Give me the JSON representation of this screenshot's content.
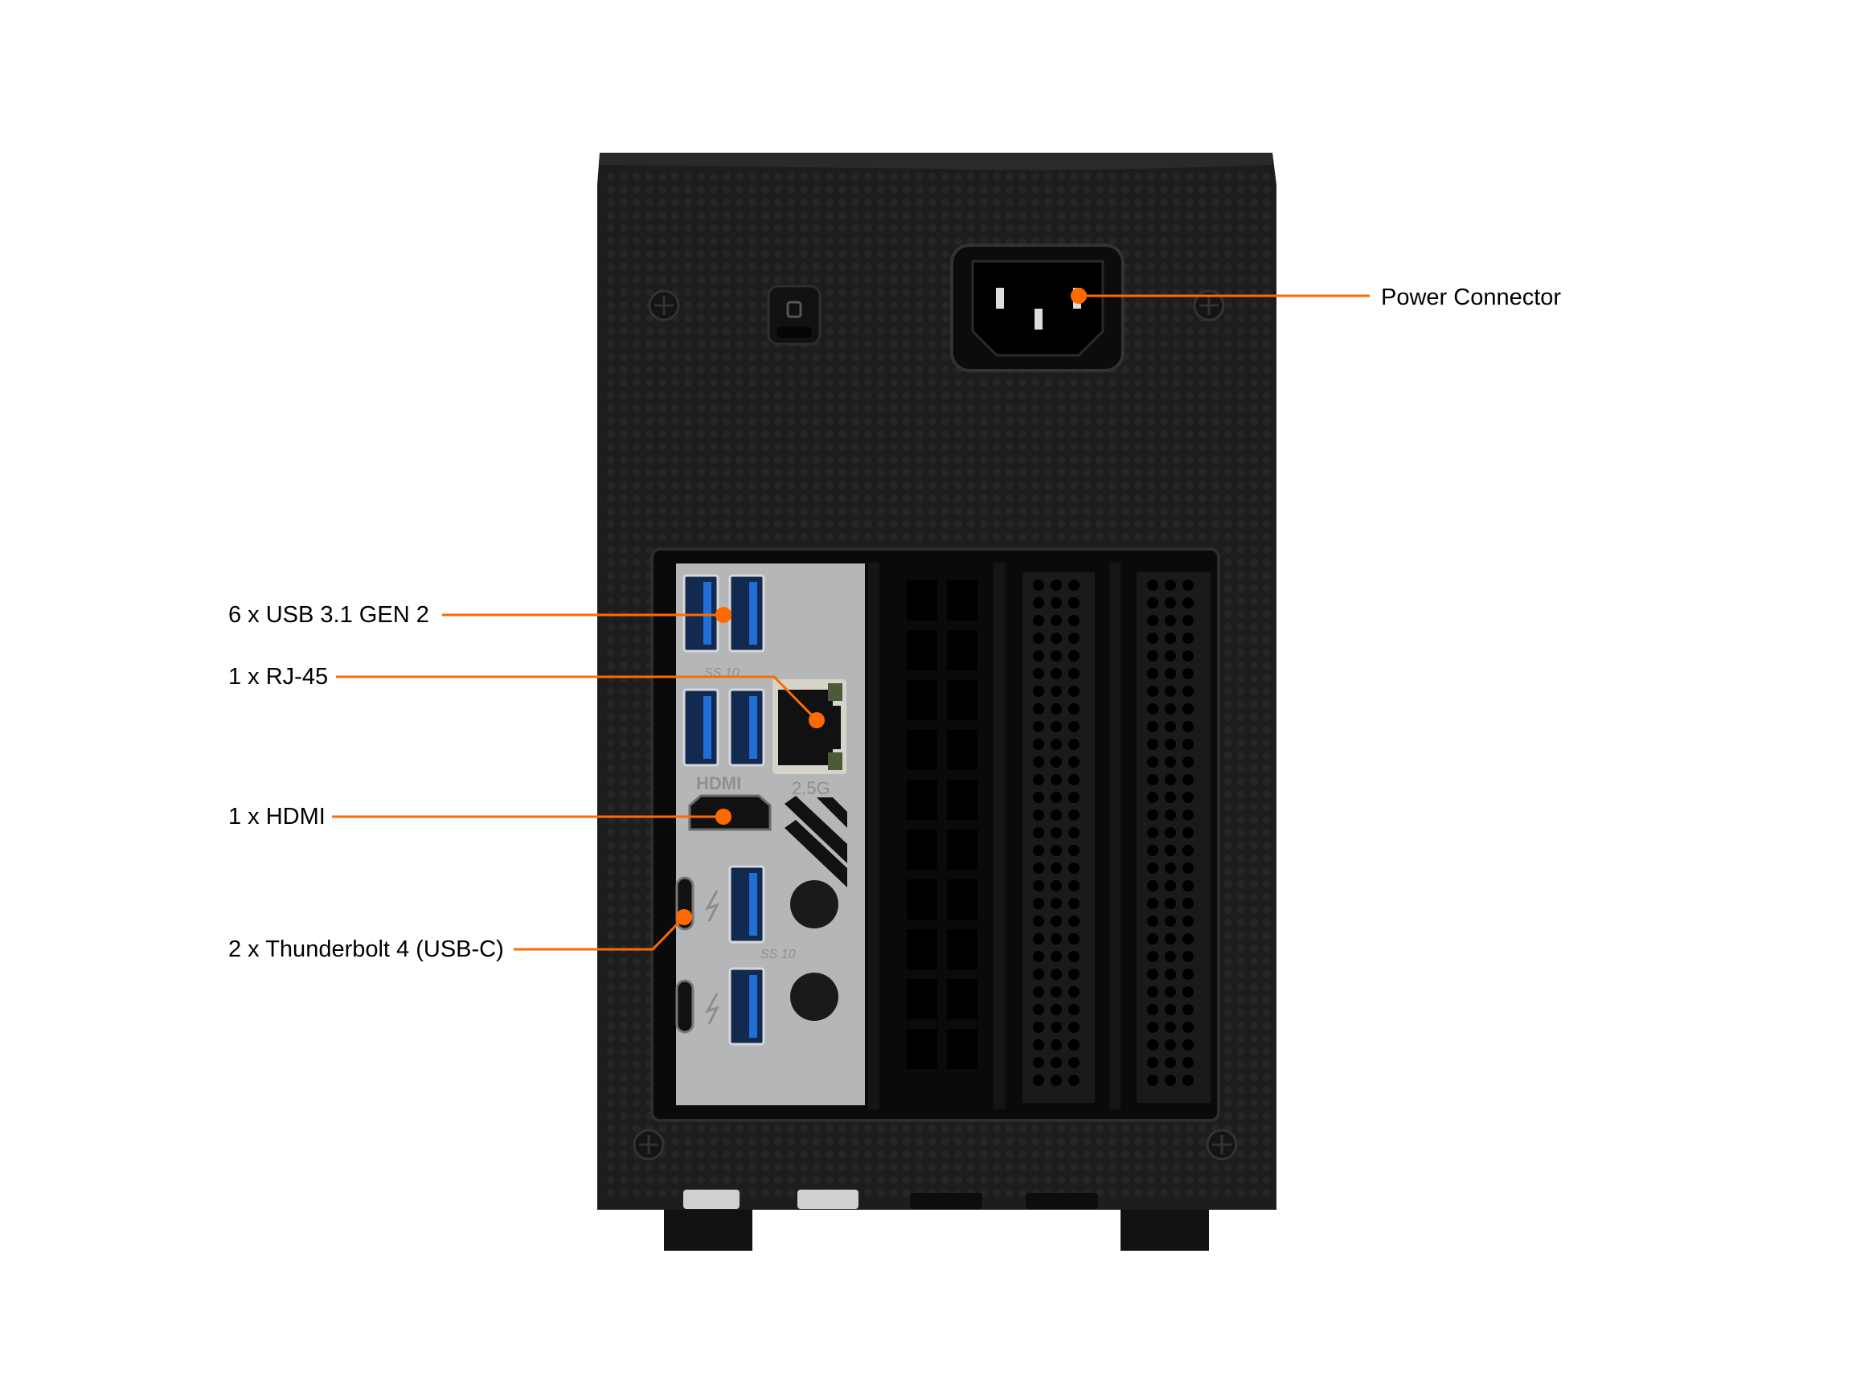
{
  "colors": {
    "accent": "#ff6a00",
    "case": "#1d1d1d",
    "io_shield": "#b4b6b8",
    "usb_blue": "#1f6fd6"
  },
  "callouts": [
    {
      "id": "power",
      "label": "Power Connector"
    },
    {
      "id": "usb",
      "label": "6 x USB 3.1 GEN 2"
    },
    {
      "id": "rj45",
      "label": "1 x RJ-45"
    },
    {
      "id": "hdmi",
      "label": "1 x HDMI"
    },
    {
      "id": "thunderbolt",
      "label": "2 x Thunderbolt 4 (USB-C)"
    }
  ],
  "io_markings": {
    "hdmi_logo": "HDMI",
    "lan_speed": "2.5G",
    "usb_logo": "SS 10"
  }
}
